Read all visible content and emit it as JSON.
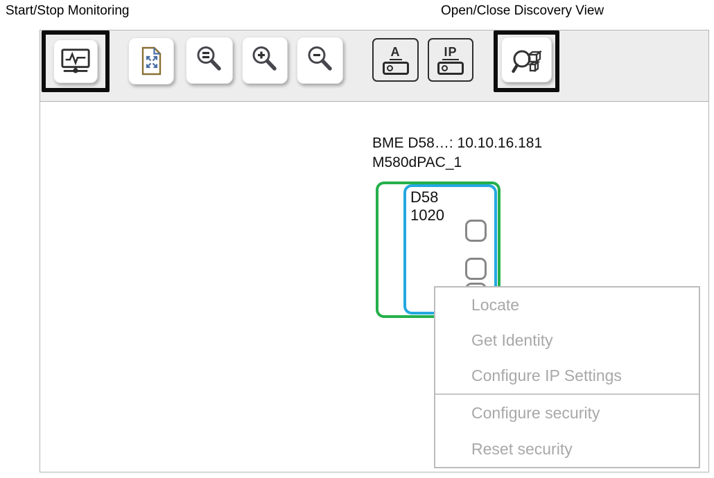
{
  "annotations": {
    "monitoring_label": "Start/Stop Monitoring",
    "discovery_label": "Open/Close Discovery View"
  },
  "toolbar": {
    "buttons": [
      {
        "name": "start-stop-monitoring",
        "icon": "monitor-pulse-icon",
        "highlighted": true
      },
      {
        "name": "fit-to-page",
        "icon": "fit-page-icon",
        "highlighted": false
      },
      {
        "name": "zoom-reset",
        "icon": "magnifier-equals-icon",
        "highlighted": false
      },
      {
        "name": "zoom-in",
        "icon": "magnifier-plus-icon",
        "highlighted": false
      },
      {
        "name": "zoom-out",
        "icon": "magnifier-minus-icon",
        "highlighted": false
      },
      {
        "name": "assign-device-name",
        "icon": "device-name-icon",
        "letter": "A",
        "highlighted": false
      },
      {
        "name": "assign-device-ip",
        "icon": "device-ip-icon",
        "letter": "IP",
        "highlighted": false
      },
      {
        "name": "open-close-discovery",
        "icon": "discovery-magnifier-icon",
        "highlighted": true
      }
    ]
  },
  "device": {
    "info_line1": "BME D58…: 10.10.16.181",
    "info_line2": "M580dPAC_1",
    "label": "D58\n1020",
    "slots_visible": 3
  },
  "context_menu": {
    "items": [
      {
        "label": "Locate",
        "enabled": false
      },
      {
        "label": "Get Identity",
        "enabled": false
      },
      {
        "label": "Configure IP Settings",
        "enabled": false
      },
      {
        "label": "Configure security",
        "enabled": false
      },
      {
        "label": "Reset security",
        "enabled": false
      }
    ]
  },
  "colors": {
    "rack_outline_green": "#24b04c",
    "module_outline_blue": "#25a8e0",
    "slot_outline_gray": "#878787",
    "menu_disabled_text": "#a8a8a8",
    "toolbar_background": "#ededed",
    "annotation_highlight": "#0d0d0d"
  }
}
